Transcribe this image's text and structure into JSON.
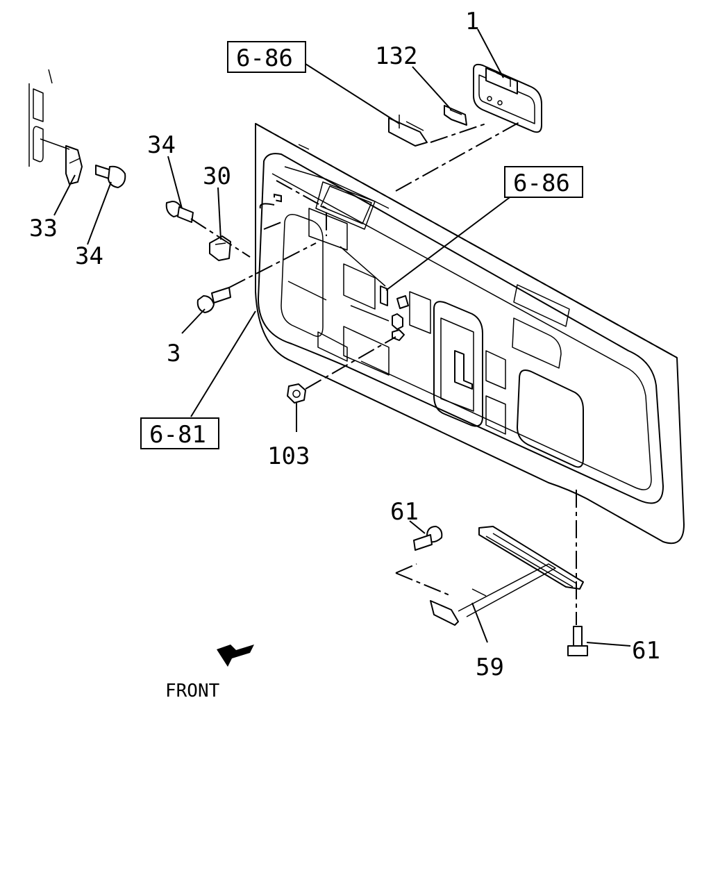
{
  "labels": {
    "p1": "1",
    "p132": "132",
    "p34a": "34",
    "p30": "30",
    "p33": "33",
    "p34b": "34",
    "p3": "3",
    "p103": "103",
    "p61a": "61",
    "p61b": "61",
    "p59": "59"
  },
  "references": {
    "ref_top": "6-86",
    "ref_mid": "6-86",
    "ref_left": "6-81"
  },
  "direction": {
    "front_label": "FRONT",
    "arrow_icon": "front-arrow-icon"
  }
}
